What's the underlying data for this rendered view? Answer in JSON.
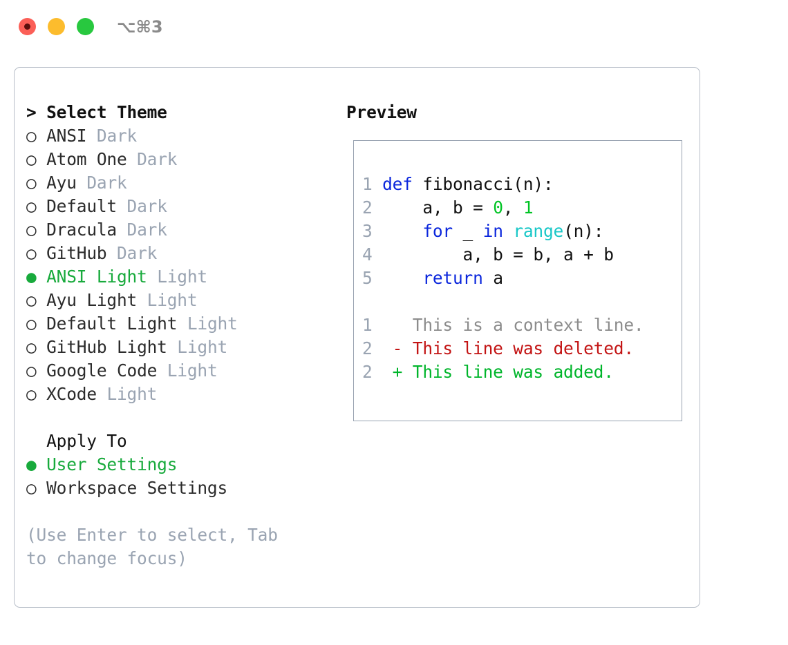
{
  "window": {
    "shortcut": "⌥⌘3",
    "controls": [
      {
        "name": "close-button",
        "color": "#fb5f57"
      },
      {
        "name": "minimize-button",
        "color": "#fcbc2d"
      },
      {
        "name": "maximize-button",
        "color": "#28c83f"
      }
    ]
  },
  "theme_picker": {
    "prompt": "> Select Theme",
    "bullet_unselected": "○",
    "bullet_selected": "●",
    "items": [
      {
        "label": "ANSI",
        "kind": "Dark",
        "selected": false
      },
      {
        "label": "Atom One",
        "kind": "Dark",
        "selected": false
      },
      {
        "label": "Ayu",
        "kind": "Dark",
        "selected": false
      },
      {
        "label": "Default",
        "kind": "Dark",
        "selected": false
      },
      {
        "label": "Dracula",
        "kind": "Dark",
        "selected": false
      },
      {
        "label": "GitHub",
        "kind": "Dark",
        "selected": false
      },
      {
        "label": "ANSI Light",
        "kind": "Light",
        "selected": true
      },
      {
        "label": "Ayu Light",
        "kind": "Light",
        "selected": false
      },
      {
        "label": "Default Light",
        "kind": "Light",
        "selected": false
      },
      {
        "label": "GitHub Light",
        "kind": "Light",
        "selected": false
      },
      {
        "label": "Google Code",
        "kind": "Light",
        "selected": false
      },
      {
        "label": "XCode",
        "kind": "Light",
        "selected": false
      }
    ]
  },
  "apply_to": {
    "heading": "Apply To",
    "options": [
      {
        "label": "User Settings",
        "selected": true
      },
      {
        "label": "Workspace Settings",
        "selected": false
      }
    ]
  },
  "hint": "(Use Enter to select, Tab to change focus)",
  "preview": {
    "title": "Preview",
    "code_lines": [
      {
        "n": "1",
        "tokens": [
          {
            "t": "def",
            "c": "kw"
          },
          {
            "t": " fibonacci(n):",
            "c": "txt"
          }
        ]
      },
      {
        "n": "2",
        "tokens": [
          {
            "t": "    a, b = ",
            "c": "txt"
          },
          {
            "t": "0",
            "c": "num"
          },
          {
            "t": ", ",
            "c": "txt"
          },
          {
            "t": "1",
            "c": "num"
          }
        ]
      },
      {
        "n": "3",
        "tokens": [
          {
            "t": "    ",
            "c": "txt"
          },
          {
            "t": "for",
            "c": "kw"
          },
          {
            "t": " _ ",
            "c": "txt"
          },
          {
            "t": "in",
            "c": "kw"
          },
          {
            "t": " ",
            "c": "txt"
          },
          {
            "t": "range",
            "c": "fn"
          },
          {
            "t": "(n):",
            "c": "txt"
          }
        ]
      },
      {
        "n": "4",
        "tokens": [
          {
            "t": "        a, b = b, a + b",
            "c": "txt"
          }
        ]
      },
      {
        "n": "5",
        "tokens": [
          {
            "t": "    ",
            "c": "txt"
          },
          {
            "t": "return",
            "c": "kw"
          },
          {
            "t": " a",
            "c": "txt"
          }
        ]
      }
    ],
    "diff_lines": [
      {
        "n": "1",
        "marker": " ",
        "text": "This is a context line.",
        "c": "ctx"
      },
      {
        "n": "2",
        "marker": "-",
        "text": "This line was deleted.",
        "c": "del"
      },
      {
        "n": "2",
        "marker": "+",
        "text": "This line was added.",
        "c": "add"
      }
    ]
  },
  "colors": {
    "accent_green": "#18aa3c",
    "muted": "#9aa4b2",
    "keyword": "#0a26dc",
    "builtin": "#18c7c7",
    "number": "#00c424",
    "diff_add": "#00b52b",
    "diff_del": "#c31414",
    "border": "#b6bdc7"
  }
}
